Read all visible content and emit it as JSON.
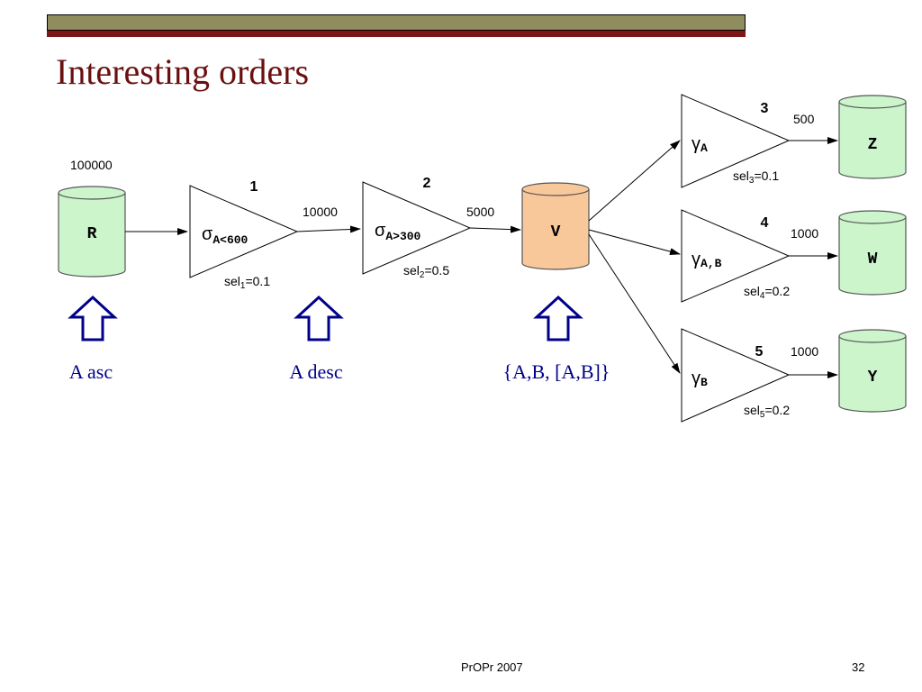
{
  "title": "Interesting orders",
  "relations": {
    "R": {
      "label": "R",
      "card": "100000"
    },
    "V": {
      "label": "V"
    },
    "Z": {
      "label": "Z"
    },
    "W": {
      "label": "W"
    },
    "Y": {
      "label": "Y"
    }
  },
  "operators": [
    {
      "num": "1",
      "symbol": "σ",
      "sub": "A<600",
      "sel_main": "sel",
      "sel_sub": "1",
      "sel_val": "=0.1",
      "out": "10000"
    },
    {
      "num": "2",
      "symbol": "σ",
      "sub": "A>300",
      "sel_main": "sel",
      "sel_sub": "2",
      "sel_val": "=0.5",
      "out": "5000"
    },
    {
      "num": "3",
      "symbol": "γ",
      "sub": "A",
      "sel_main": "sel",
      "sel_sub": "3",
      "sel_val": "=0.1",
      "out": "500"
    },
    {
      "num": "4",
      "symbol": "γ",
      "sub": "A,B",
      "sel_main": "sel",
      "sel_sub": "4",
      "sel_val": "=0.2",
      "out": "1000"
    },
    {
      "num": "5",
      "symbol": "γ",
      "sub": "B",
      "sel_main": "sel",
      "sel_sub": "5",
      "sel_val": "=0.2",
      "out": "1000"
    }
  ],
  "orders": [
    "A asc",
    "A desc",
    "{A,B, [A,B]}"
  ],
  "colors": {
    "green": "#ccf5cc",
    "orange": "#f9c89a",
    "blue": "#00008b",
    "title": "#6b1010"
  },
  "footer": {
    "center": "PrOPr 2007",
    "page": "32"
  }
}
